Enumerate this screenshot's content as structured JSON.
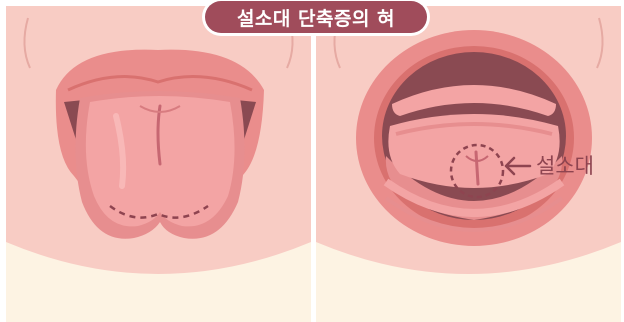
{
  "title": "설소대 단축증의 혀",
  "callout": {
    "label": "설소대"
  },
  "colors": {
    "background_skin": "#f8ccc4",
    "chin_cream": "#fdf3e3",
    "lip": "#ea8d8c",
    "lip_dark": "#d9716f",
    "tongue": "#f3a4a4",
    "tongue_dark": "#e78e8f",
    "mouth_dark": "#8a4a52",
    "accent": "#a04c5b",
    "dashed": "#8e4450"
  },
  "panels": [
    {
      "name": "tongue-extended",
      "icon": "tongue-heart-shape-icon"
    },
    {
      "name": "tongue-raised",
      "icon": "open-mouth-frenulum-icon"
    }
  ]
}
